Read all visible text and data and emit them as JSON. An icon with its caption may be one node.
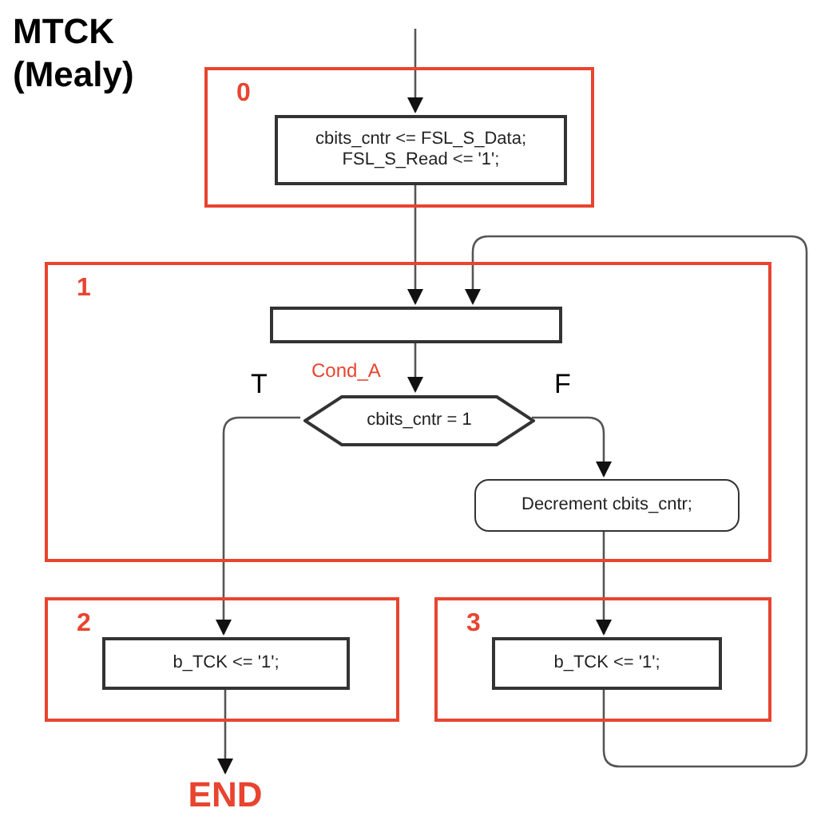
{
  "diagram": {
    "title": "MTCK (Mealy)",
    "nodes": [
      {
        "text": [
          "0"
        ]
      },
      {
        "text": [
          "cbits_cntr <= FSL_S_Data; FSL_S_Read <= '1';"
        ],
        "in": 0
      },
      {
        "text": [
          "1"
        ]
      },
      {
        "text": [],
        "shape": "box",
        "in": 2
      },
      {
        "text": [
          "cbits_cntr = 1"
        ],
        "in": 2,
        "beside": [
          "Cond_A"
        ]
      },
      {
        "text": [
          "Decrement cbits_cntr;"
        ],
        "in": 2
      },
      {
        "text": [
          "2"
        ]
      },
      {
        "text": [
          "b_TCK <= '1';"
        ],
        "in": 6
      },
      {
        "text": [
          "3"
        ]
      },
      {
        "text": [
          "b_TCK <= '1';"
        ],
        "in": 8
      },
      {
        "text": [
          "END"
        ]
      }
    ],
    "edges": [
      {
        "from": null,
        "to": 1,
        "arrow": "to"
      },
      {
        "from": 1,
        "to": 3,
        "arrow": "to"
      },
      {
        "from": 9,
        "to": 3,
        "arrow": "to"
      },
      {
        "from": 3,
        "to": 4,
        "arrow": "to"
      },
      {
        "from": 4,
        "to": 7,
        "arrow": "to",
        "label": "T"
      },
      {
        "from": 4,
        "to": 5,
        "arrow": "to",
        "label": "F"
      },
      {
        "from": 5,
        "to": 9,
        "arrow": "to"
      },
      {
        "from": 7,
        "to": 10,
        "arrow": "to"
      }
    ]
  }
}
